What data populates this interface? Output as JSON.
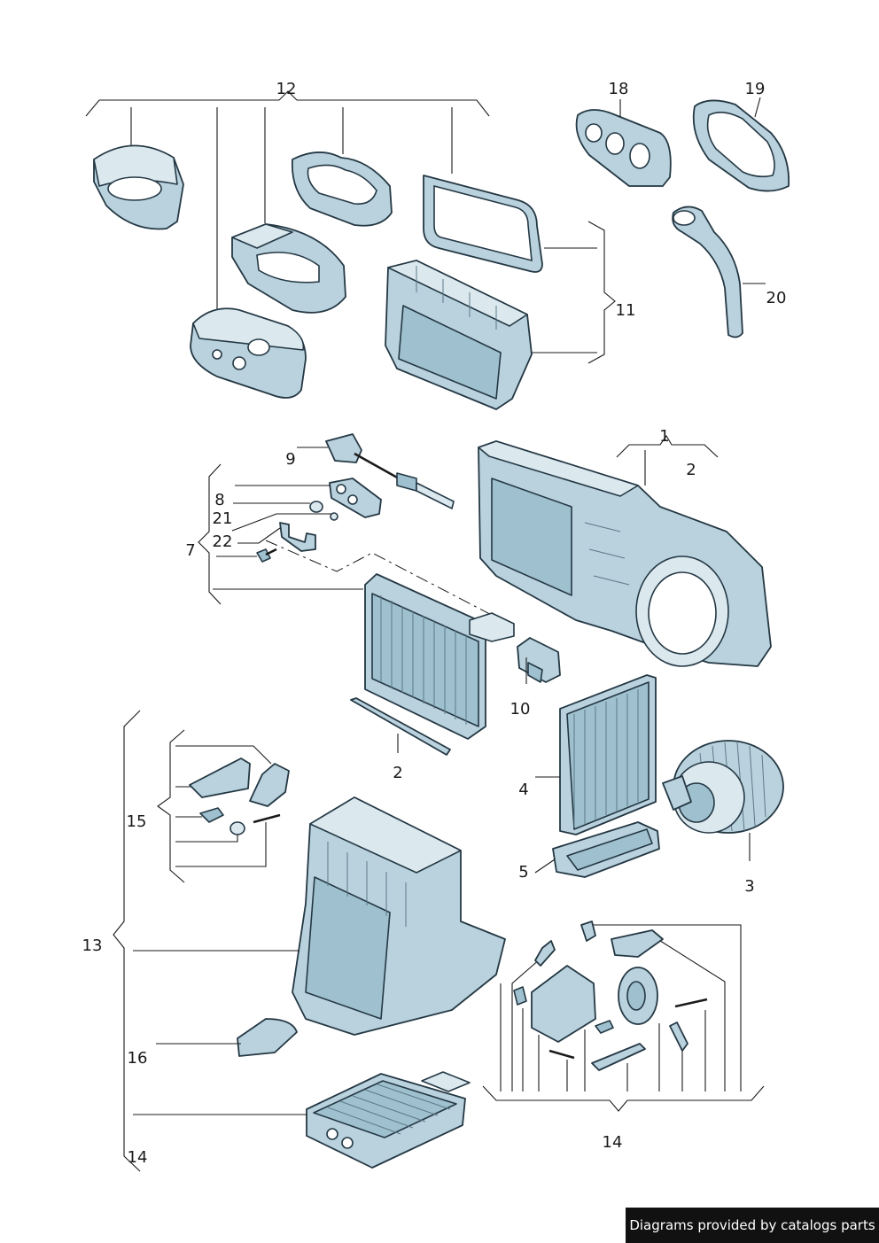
{
  "callouts": {
    "c1": "1",
    "c2a": "2",
    "c2b": "2",
    "c3": "3",
    "c4": "4",
    "c5": "5",
    "c7": "7",
    "c8": "8",
    "c9": "9",
    "c10": "10",
    "c11": "11",
    "c12": "12",
    "c13": "13",
    "c14a": "14",
    "c14b": "14",
    "c15": "15",
    "c16": "16",
    "c18": "18",
    "c19": "19",
    "c20": "20",
    "c21": "21",
    "c22": "22"
  },
  "footer": {
    "text": "Diagrams provided by catalogs parts"
  }
}
